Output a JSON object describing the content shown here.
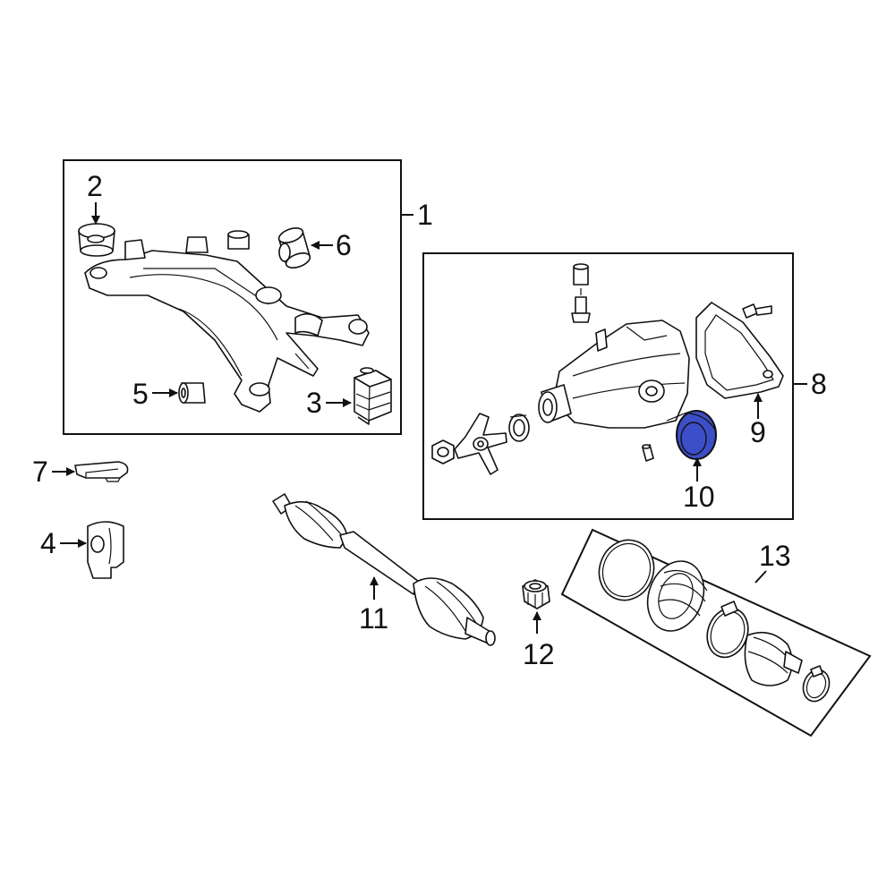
{
  "callouts": {
    "c1": "1",
    "c2": "2",
    "c3": "3",
    "c4": "4",
    "c5": "5",
    "c6": "6",
    "c7": "7",
    "c8": "8",
    "c9": "9",
    "c10": "10",
    "c11": "11",
    "c12": "12",
    "c13": "13"
  },
  "colors": {
    "highlight_part": "#3d4fc8",
    "line": "#111111",
    "background": "#ffffff"
  }
}
